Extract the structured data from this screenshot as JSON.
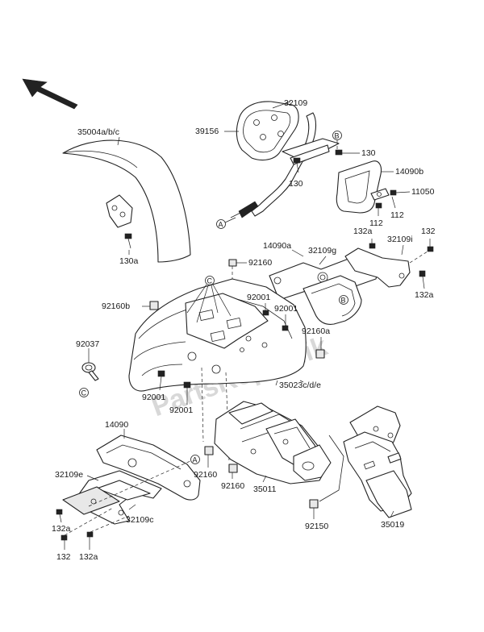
{
  "watermark": "PartsRepublik",
  "callouts": {
    "A": "A",
    "B": "B",
    "C": "C"
  },
  "labels": {
    "p32109": "32109",
    "p39156": "39156",
    "p35004": "35004a/b/c",
    "p130_top": "130",
    "p130_mid": "130",
    "p14090b": "14090b",
    "p11050": "11050",
    "p112_a": "112",
    "p112_b": "112",
    "p130a": "130a",
    "p132a_top": "132a",
    "p132_top": "132",
    "p14090a": "14090a",
    "p32109g": "32109g",
    "p32109i": "32109i",
    "p92160_top": "92160",
    "p92001_a": "92001",
    "p132a_right": "132a",
    "p92160b": "92160b",
    "p92001_b": "92001",
    "p92037": "92037",
    "p92160a": "92160a",
    "p35023": "35023c/d/e",
    "p92001_c": "92001",
    "p92001_d": "92001",
    "p14090": "14090",
    "p32109e": "32109e",
    "p92160_bl": "92160",
    "p92160_br": "92160",
    "p35011": "35011",
    "p32109c": "32109c",
    "p132a_bl": "132a",
    "p132_bl": "132",
    "p132a_bot": "132a",
    "p92150": "92150",
    "p35019": "35019"
  }
}
